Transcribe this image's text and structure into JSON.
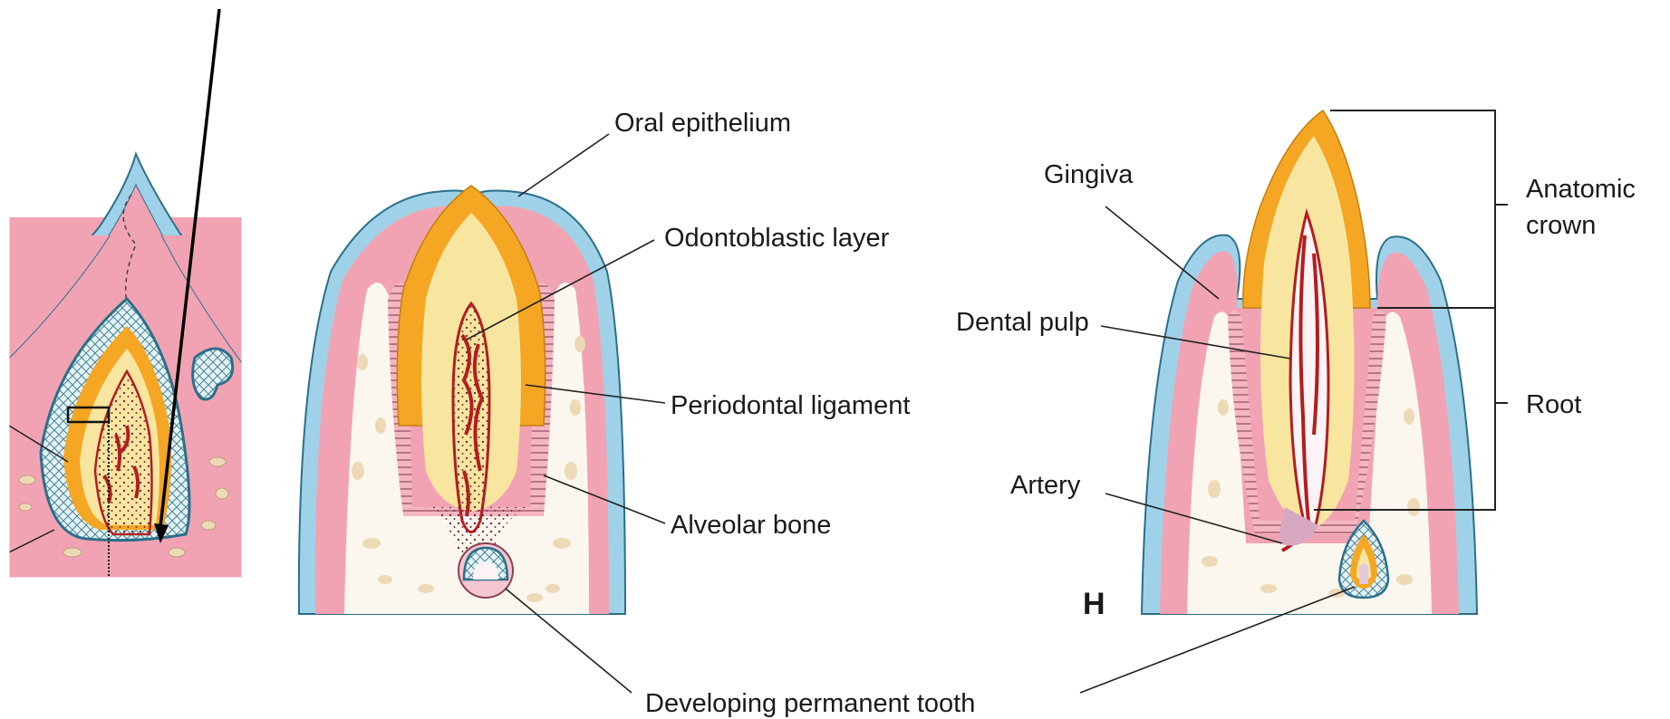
{
  "labels": {
    "oral_epithelium": "Oral epithelium",
    "odontoblastic_layer": "Odontoblastic layer",
    "periodontal_ligament": "Periodontal ligament",
    "alveolar_bone": "Alveolar bone",
    "developing_permanent_tooth": "Developing permanent tooth",
    "gingiva": "Gingiva",
    "anatomic": "Anatomic",
    "crown": "crown",
    "dental_pulp": "Dental pulp",
    "root": "Root",
    "artery": "Artery",
    "panel_letter": "H"
  },
  "colors": {
    "epithelium_blue": "#9fd2e8",
    "epithelium_outline": "#2b6f8a",
    "mucosa_pink": "#f2a3b3",
    "enamel_orange": "#f5a623",
    "dentin_cream": "#f8e6a0",
    "pulp_white": "#fbf3f6",
    "vessel_red": "#b21e1e",
    "bone_beige": "#eed9b6",
    "bone_bg": "#fbf7ee",
    "follicle_teal": "#4a8fa0"
  }
}
